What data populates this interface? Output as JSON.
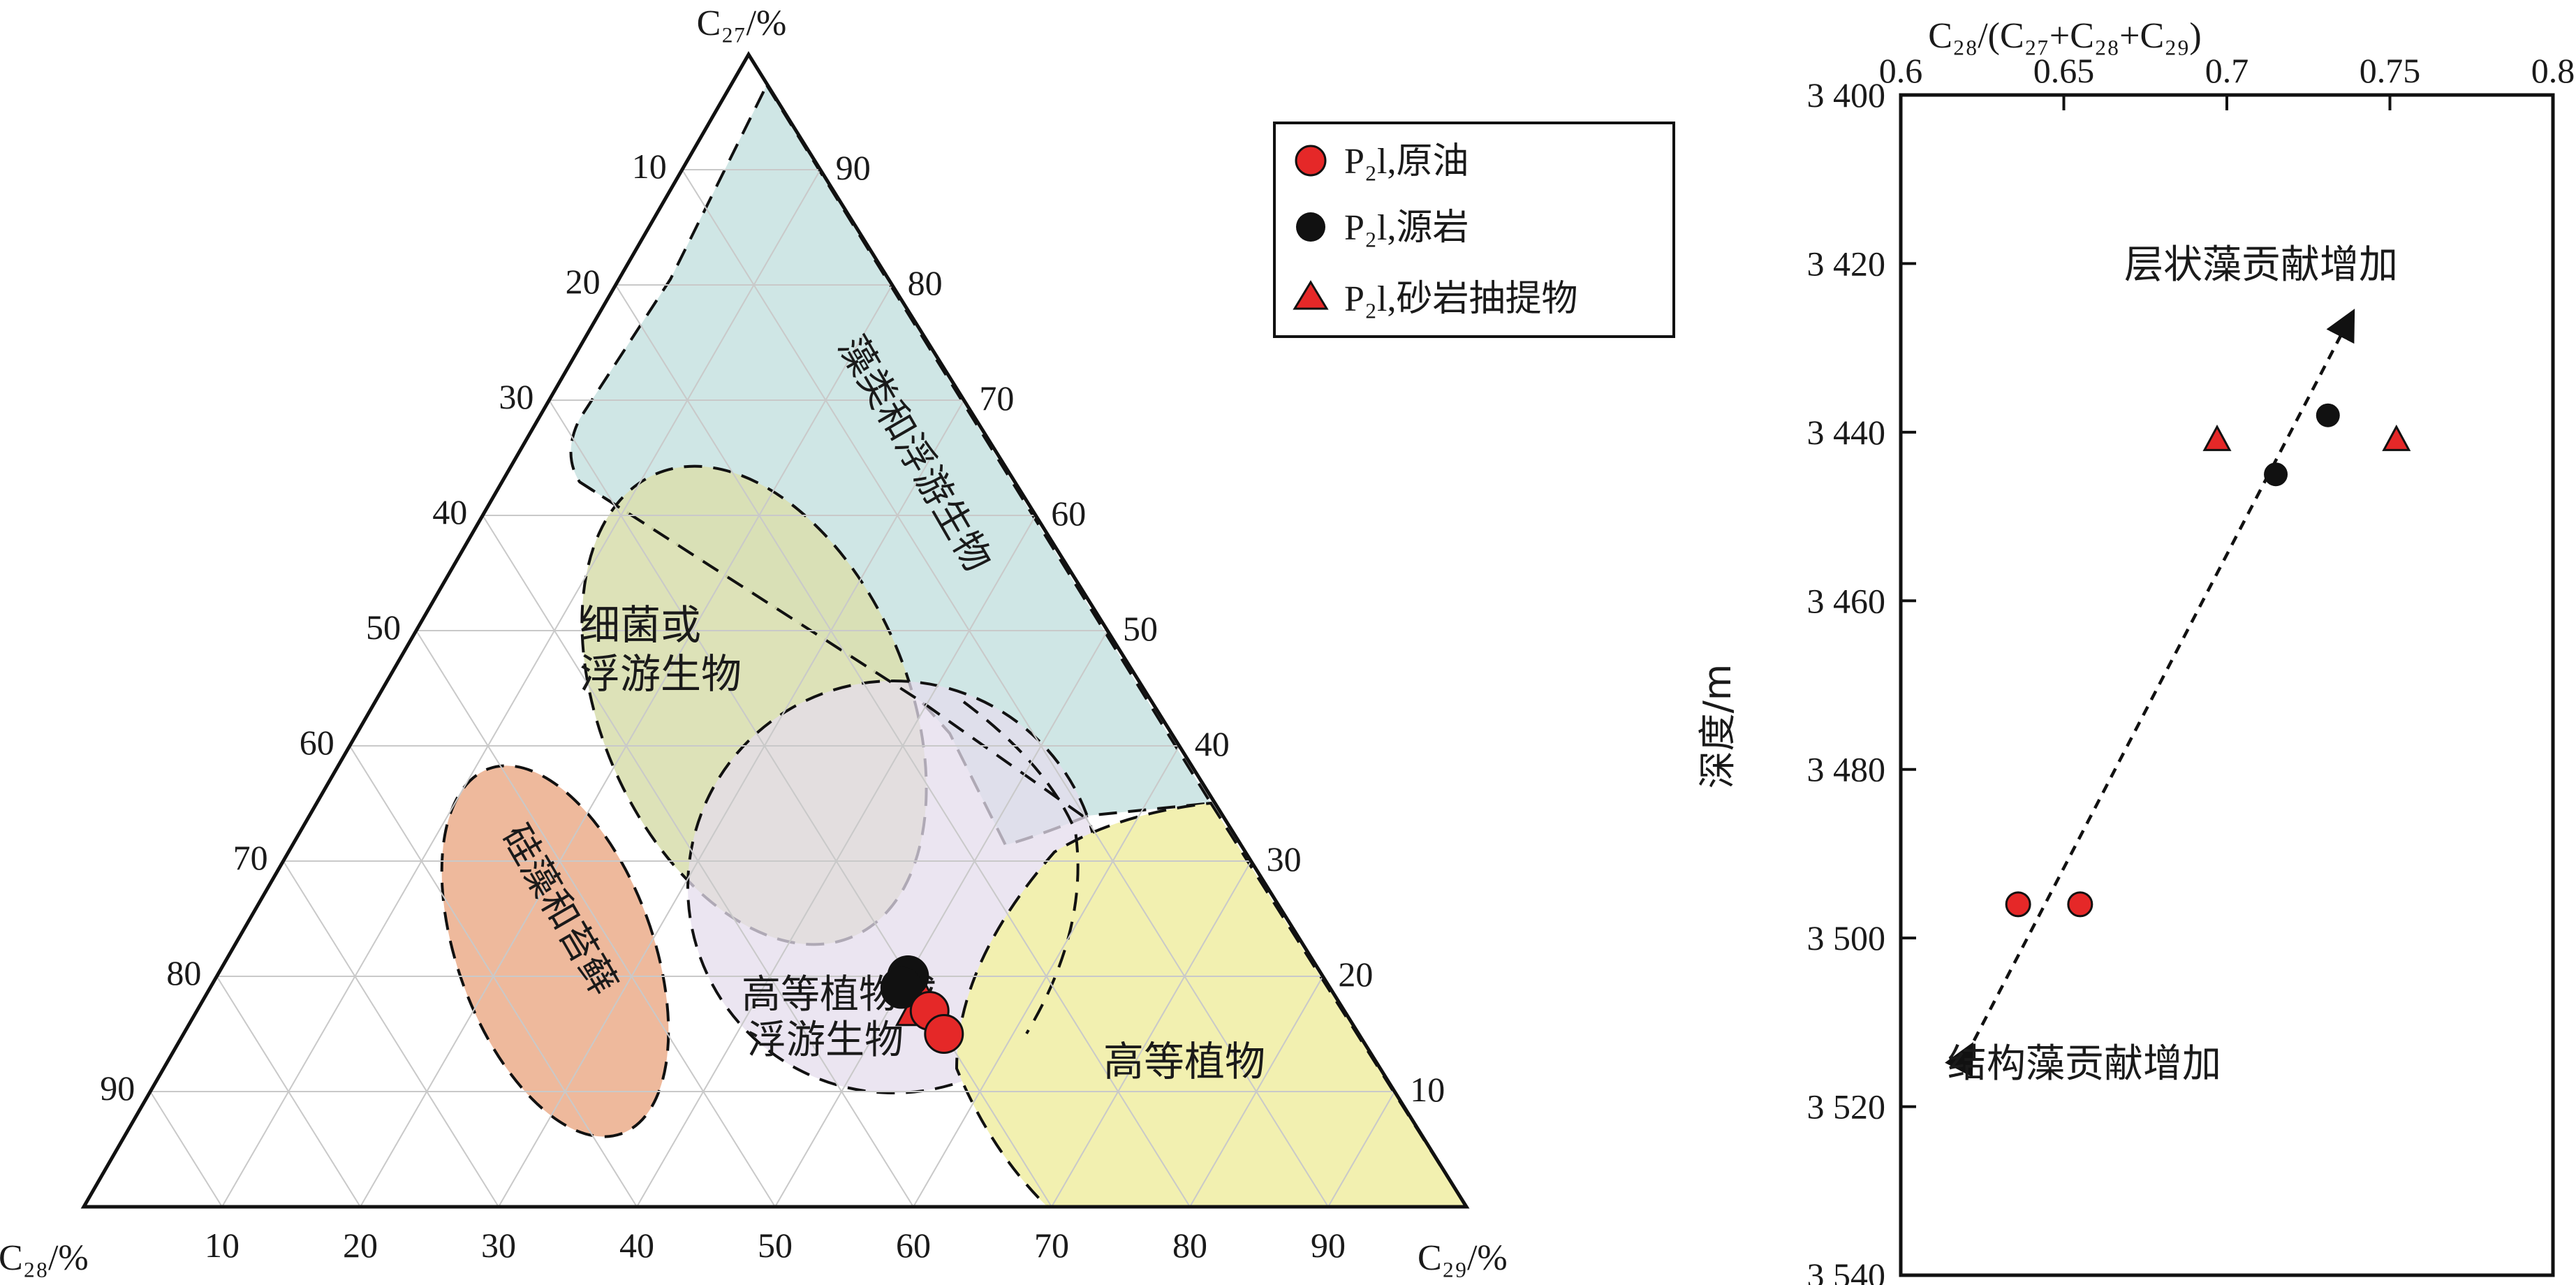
{
  "colors": {
    "algae": "#cfe6e5",
    "bacteria": "#d9dfb0",
    "diatom": "#eeb99c",
    "mixed": "#e4dcec",
    "higher_plants": "#f2f0b0",
    "oil": "#e52828",
    "rock": "#111111",
    "sand": "#e52828"
  },
  "chart_data": [
    {
      "type": "scatter",
      "subtype": "ternary",
      "axes": {
        "top": "C₂₇/%",
        "left": "C₂₈/%",
        "right": "C₂₉/%"
      },
      "tick_values": [
        10,
        20,
        30,
        40,
        50,
        60,
        70,
        80,
        90
      ],
      "legend": {
        "placement": "top-right",
        "entries": [
          {
            "marker": "circle-red",
            "label": "P₂l,原油"
          },
          {
            "marker": "circle-black",
            "label": "P₂l,源岩"
          },
          {
            "marker": "triangle-red",
            "label": "P₂l,砂岩抽提物"
          }
        ]
      },
      "regions": {
        "algae": "藻类和浮游生物",
        "bacteria_line1": "细菌或",
        "bacteria_line2": "浮游生物",
        "diatom": "硅藻和苔藓",
        "mixed_line1": "高等植物或",
        "mixed_line2": "浮游生物",
        "higher_plants": "高等植物"
      },
      "series": [
        {
          "name": "P₂l,原油",
          "marker": "circle-red",
          "points": [
            {
              "c27": 17,
              "c28": 30,
              "c29": 53
            },
            {
              "c27": 15,
              "c28": 30,
              "c29": 55
            }
          ]
        },
        {
          "name": "P₂l,源岩",
          "marker": "circle-black",
          "points": [
            {
              "c27": 20,
              "c28": 30,
              "c29": 50
            },
            {
              "c27": 19,
              "c28": 31,
              "c29": 50
            }
          ]
        },
        {
          "name": "P₂l,砂岩抽提物",
          "marker": "triangle-red",
          "points": [
            {
              "c27": 18,
              "c28": 30,
              "c29": 52
            },
            {
              "c27": 17,
              "c28": 31,
              "c29": 52
            }
          ]
        }
      ]
    },
    {
      "type": "scatter",
      "title": "C₂₈/(C₂₇+C₂₈+C₂₉)",
      "ylabel": "深度/m",
      "xlim": [
        0.6,
        0.8
      ],
      "ylim": [
        3400,
        3540
      ],
      "y_inverted": true,
      "x_ticks": [
        "0.6",
        "0.65",
        "0.7",
        "0.75",
        "0.8"
      ],
      "y_ticks": [
        "3 400",
        "3 420",
        "3 440",
        "3 460",
        "3 480",
        "3 500",
        "3 520",
        "3 540"
      ],
      "x_tick_values": [
        0.6,
        0.65,
        0.7,
        0.75,
        0.8
      ],
      "y_tick_values": [
        3400,
        3420,
        3440,
        3460,
        3480,
        3500,
        3520,
        3540
      ],
      "series": [
        {
          "name": "P₂l,原油",
          "marker": "circle-red",
          "points": [
            {
              "x": 0.636,
              "y": 3496
            },
            {
              "x": 0.655,
              "y": 3496
            }
          ]
        },
        {
          "name": "P₂l,源岩",
          "marker": "circle-black",
          "points": [
            {
              "x": 0.715,
              "y": 3445
            },
            {
              "x": 0.731,
              "y": 3438
            }
          ]
        },
        {
          "name": "P₂l,砂岩抽提物",
          "marker": "triangle-red",
          "points": [
            {
              "x": 0.697,
              "y": 3441
            },
            {
              "x": 0.752,
              "y": 3441
            }
          ]
        }
      ],
      "trend_arrow": {
        "from": {
          "x": 0.62,
          "y": 3514
        },
        "to": {
          "x": 0.737,
          "y": 3427
        },
        "label_top": "层状藻贡献增加",
        "label_bottom": "结构藻贡献增加"
      }
    }
  ]
}
